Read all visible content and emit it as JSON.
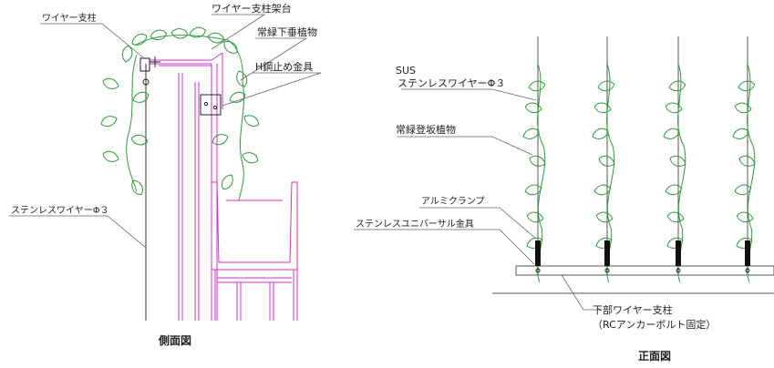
{
  "colors": {
    "line": "#555555",
    "frame": "#cc33cc",
    "plant": "#2e9a3a",
    "clamp": "#111111",
    "leader": "#666666"
  },
  "side_view": {
    "title": "側面図",
    "labels": {
      "wire_post": "ワイヤー支柱",
      "wire_post_stand": "ワイヤー支柱架台",
      "evergreen_hanging": "常緑下垂植物",
      "h_steel_bracket": "H鋼止め金具",
      "stainless_wire": "ステンレスワイヤーΦ３"
    }
  },
  "front_view": {
    "title": "正面図",
    "labels": {
      "sus": "SUS",
      "stainless_wire": "ステンレスワイヤーΦ３",
      "evergreen_climbing": "常緑登坂植物",
      "aluminum_clamp": "アルミクランプ",
      "universal_fitting": "ステンレスユニバーサル金具",
      "lower_post": "下部ワイヤー支柱",
      "anchor_note": "（RCアンカーボルト固定）"
    }
  }
}
